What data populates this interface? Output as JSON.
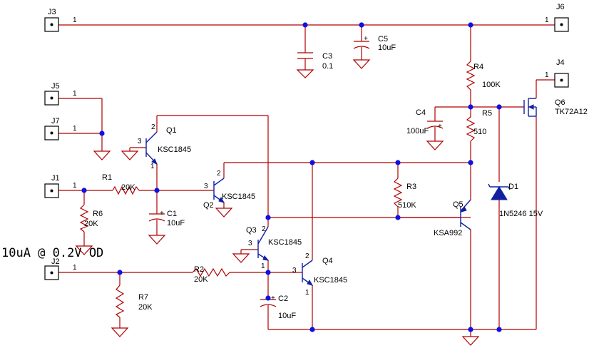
{
  "connectors": [
    {
      "ref": "J3",
      "pin": "1"
    },
    {
      "ref": "J6",
      "pin": "1"
    },
    {
      "ref": "J4",
      "pin": "1"
    },
    {
      "ref": "J5",
      "pin": "1"
    },
    {
      "ref": "J7",
      "pin": "1"
    },
    {
      "ref": "J1",
      "pin": "1"
    },
    {
      "ref": "J2",
      "pin": "1"
    }
  ],
  "components": {
    "C3": {
      "ref": "C3",
      "value": "0.1"
    },
    "C5": {
      "ref": "C5",
      "value": "10uF"
    },
    "C4": {
      "ref": "C4",
      "value": "100uF"
    },
    "C1": {
      "ref": "C1",
      "value": "10uF"
    },
    "C2": {
      "ref": "C2",
      "value": "10uF"
    },
    "R1": {
      "ref": "R1",
      "value": "20K"
    },
    "R2": {
      "ref": "R2",
      "value": "20K"
    },
    "R3": {
      "ref": "R3",
      "value": "510K"
    },
    "R4": {
      "ref": "R4",
      "value": "100K"
    },
    "R5": {
      "ref": "R5",
      "value": "510"
    },
    "R6": {
      "ref": "R6",
      "value": "20K"
    },
    "R7": {
      "ref": "R7",
      "value": "20K"
    },
    "Q1": {
      "ref": "Q1",
      "value": "KSC1845"
    },
    "Q2": {
      "ref": "Q2",
      "value": "KSC1845"
    },
    "Q3": {
      "ref": "Q3",
      "value": "KSC1845"
    },
    "Q4": {
      "ref": "Q4",
      "value": "KSC1845"
    },
    "Q5": {
      "ref": "Q5",
      "value": "KSA992"
    },
    "Q6": {
      "ref": "Q6",
      "value": "TK72A12"
    },
    "D1": {
      "ref": "D1",
      "value": "1N5246 15V"
    }
  },
  "pins": {
    "one": "1",
    "two": "2",
    "three": "3",
    "plus": "+"
  },
  "annotation": "10uA @ 0.2V OD"
}
